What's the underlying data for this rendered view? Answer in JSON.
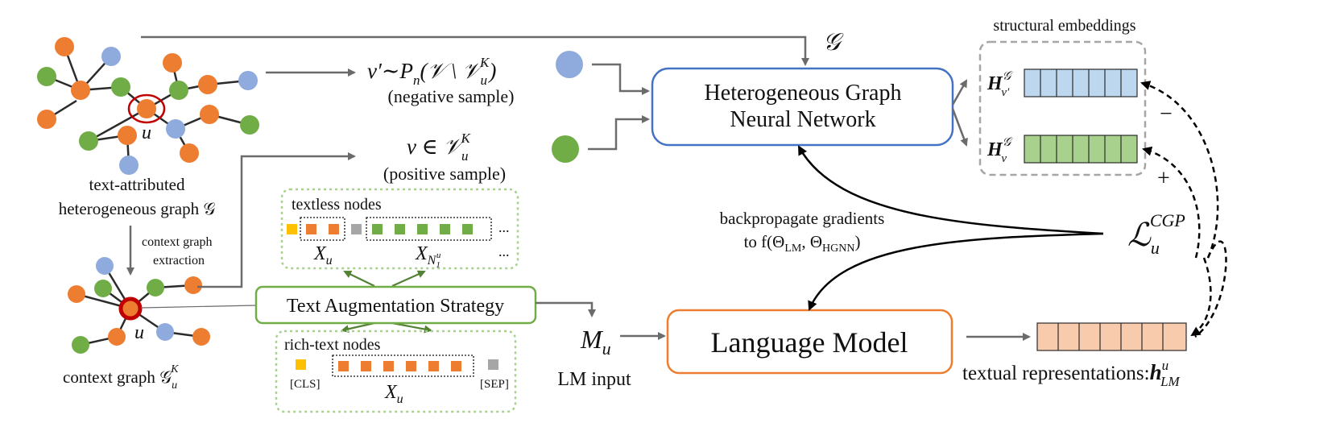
{
  "graph_section": {
    "node_u": "u",
    "caption_line1": "text-attributed",
    "caption_line2": "heterogeneous graph 𝒢",
    "extraction_line1": "context graph",
    "extraction_line2": "extraction"
  },
  "context_graph": {
    "node_u": "u",
    "caption": "context graph 𝒢",
    "caption_sub": "u",
    "caption_sup": "K"
  },
  "samples": {
    "negative_formula": "v′∼P",
    "negative_formula_sub": "n",
    "negative_formula_rest": "(𝒱 \\ 𝒱",
    "negative_formula_sub2": "u",
    "negative_formula_sup2": "K",
    "negative_formula_close": ")",
    "negative_label": "(negative sample)",
    "positive_formula": "v ∈ 𝒱",
    "positive_formula_sub": "u",
    "positive_formula_sup": "K",
    "positive_label": "(positive sample)"
  },
  "graph_symbol": "𝒢",
  "hgnn_box": {
    "line1": "Heterogeneous Graph",
    "line2": "Neural Network"
  },
  "structural": {
    "title": "structural embeddings",
    "neg_label": "H",
    "neg_sup": "𝒢",
    "neg_sub": "v′",
    "pos_label": "H",
    "pos_sup": "𝒢",
    "pos_sub": "v",
    "minus": "−",
    "plus": "+"
  },
  "textless": {
    "title": "textless nodes",
    "xu": "X",
    "xu_sub": "u",
    "xn": "X",
    "xn_sub": "N",
    "xn_subsub": "1",
    "xn_subsup": "u",
    "ellipsis1": "...",
    "ellipsis2": "..."
  },
  "tas_box": {
    "label": "Text Augmentation Strategy"
  },
  "richtext": {
    "title": "rich-text nodes",
    "cls": "[CLS]",
    "sep": "[SEP]",
    "xu": "X",
    "xu_sub": "u"
  },
  "lm_input": {
    "symbol": "M",
    "symbol_sub": "u",
    "caption": "LM input"
  },
  "lm_box": {
    "label": "Language Model"
  },
  "backprop": {
    "line1": "backpropagate gradients",
    "line2_prefix": "to f(Θ",
    "line2_sub1": "LM",
    "line2_mid": ", Θ",
    "line2_sub2": "HGNN",
    "line2_close": ")"
  },
  "loss": {
    "symbol": "ℒ",
    "sub": "u",
    "sup": "CGP"
  },
  "textual": {
    "caption": "textual representations:",
    "h": "h",
    "h_sup": "u",
    "h_sub": "LM"
  },
  "colors": {
    "orange": "#ed7d31",
    "green": "#70ad47",
    "blue": "#8faadc",
    "yellow": "#ffc000",
    "gray": "#a6a6a6",
    "red": "#c00000",
    "hgnn_border": "#4472c4",
    "lm_border": "#ed7d31",
    "tas_border": "#70ad47",
    "struct_blue": "#bdd7ee",
    "struct_green": "#a9d18e",
    "text_orange": "#f8cbad"
  }
}
